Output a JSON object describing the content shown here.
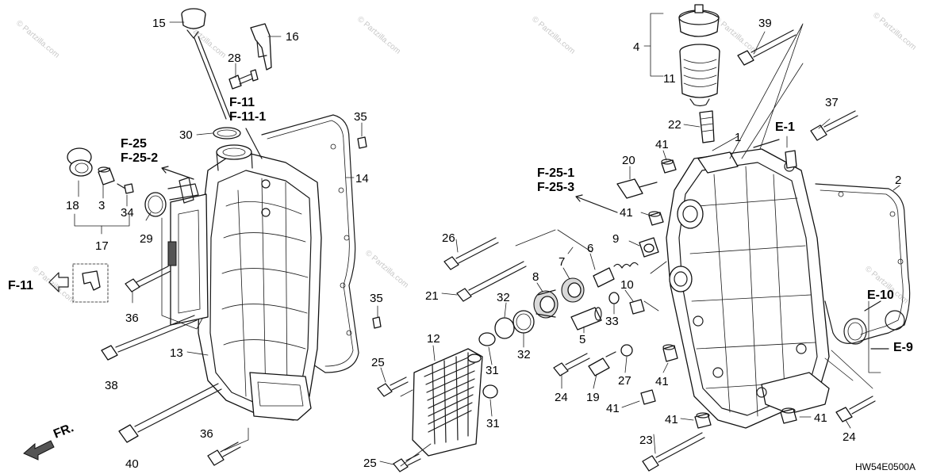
{
  "diagram_code": "HW54E0500A",
  "watermark": "© Partzilla.com",
  "front_marker": "FR.",
  "refs": {
    "f11": "F-11",
    "f11_1": "F-11-1",
    "f25": "F-25",
    "f25_2": "F-25-2",
    "f25_1": "F-25-1",
    "f25_3": "F-25-3",
    "e1": "E-1",
    "e10": "E-10",
    "e9": "E-9"
  },
  "callouts": {
    "c1": "1",
    "c2": "2",
    "c3": "3",
    "c4": "4",
    "c5": "5",
    "c6": "6",
    "c7": "7",
    "c8": "8",
    "c9": "9",
    "c10": "10",
    "c11": "11",
    "c12": "12",
    "c13": "13",
    "c14": "14",
    "c15": "15",
    "c16": "16",
    "c17": "17",
    "c18": "18",
    "c19": "19",
    "c20": "20",
    "c21": "21",
    "c22": "22",
    "c23": "23",
    "c24": "24",
    "c25": "25",
    "c26": "26",
    "c27": "27",
    "c28": "28",
    "c29": "29",
    "c30": "30",
    "c31": "31",
    "c32": "32",
    "c33": "33",
    "c34": "34",
    "c35": "35",
    "c36": "36",
    "c37": "37",
    "c38": "38",
    "c39": "39",
    "c40": "40",
    "c41": "41"
  }
}
